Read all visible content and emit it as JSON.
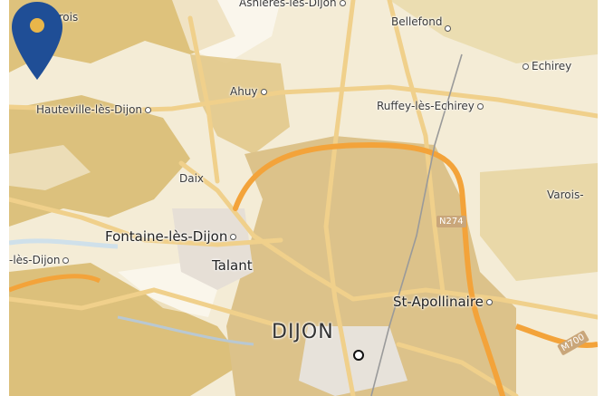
{
  "map": {
    "places": [
      {
        "id": "asnieres",
        "label": "Asnières-lès-Dijon",
        "size": "sm"
      },
      {
        "id": "darois",
        "label": "Darois",
        "size": "sm"
      },
      {
        "id": "bellefond",
        "label": "Bellefond",
        "size": "sm"
      },
      {
        "id": "echirey",
        "label": "Echirey",
        "size": "sm"
      },
      {
        "id": "ahuy",
        "label": "Ahuy",
        "size": "sm"
      },
      {
        "id": "hauteville",
        "label": "Hauteville-lès-Dijon",
        "size": "sm"
      },
      {
        "id": "ruffey",
        "label": "Ruffey-lès-Echirey",
        "size": "sm"
      },
      {
        "id": "daix",
        "label": "Daix",
        "size": "sm"
      },
      {
        "id": "varois",
        "label": "Varois-",
        "size": "sm"
      },
      {
        "id": "fontaine",
        "label": "Fontaine-lès-Dijon",
        "size": "md"
      },
      {
        "id": "plombieres",
        "label": "-lès-Dijon",
        "size": "sm"
      },
      {
        "id": "talant",
        "label": "Talant",
        "size": "md"
      },
      {
        "id": "apollinaire",
        "label": "St-Apollinaire",
        "size": "md"
      },
      {
        "id": "dijon",
        "label": "DIJON",
        "size": "lg"
      }
    ],
    "roads": [
      {
        "id": "n274",
        "label": "N274"
      },
      {
        "id": "m700",
        "label": "M700"
      }
    ],
    "colors": {
      "marker": "#1f4e96",
      "ring_road": "#f3a33a",
      "urban": "#dcc28a",
      "forest": "#d8b867",
      "water": "#cfe0ea"
    }
  }
}
